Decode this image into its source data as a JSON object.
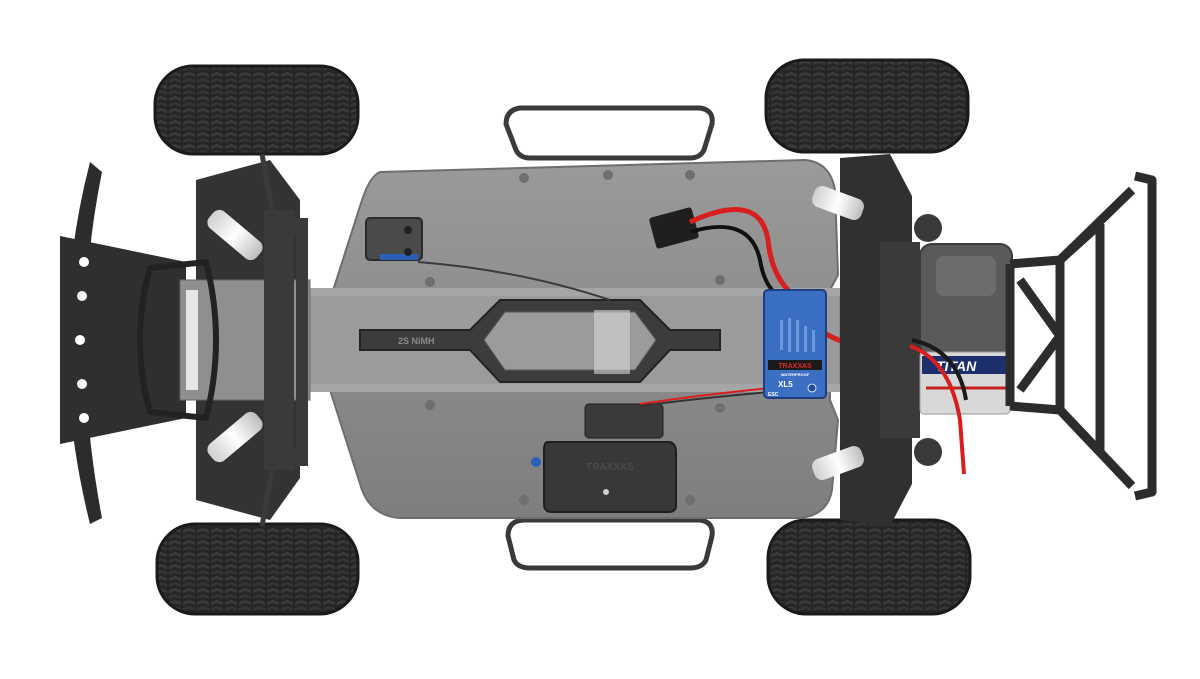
{
  "image": {
    "subject": "RC short course truck chassis, top-down view",
    "background": "#ffffff"
  },
  "labels": {
    "esc_brand": "TRAXXAS",
    "esc_sub": "WATERPROOF",
    "esc_model": "XL5",
    "esc_tag": "ESC",
    "motor_brand": "TITAN",
    "receiver_box_emboss": "TRAXXAS",
    "battery_strap": "2S NiMH"
  },
  "colors": {
    "chassis": "#8c8c8c",
    "chassis_edge": "#6e6e6e",
    "plastic_dark": "#2e2e2e",
    "tire": "#262626",
    "esc_blue": "#3b6fc4",
    "wire_red": "#d81e1e",
    "shock_spring": "#e8e8e8"
  }
}
